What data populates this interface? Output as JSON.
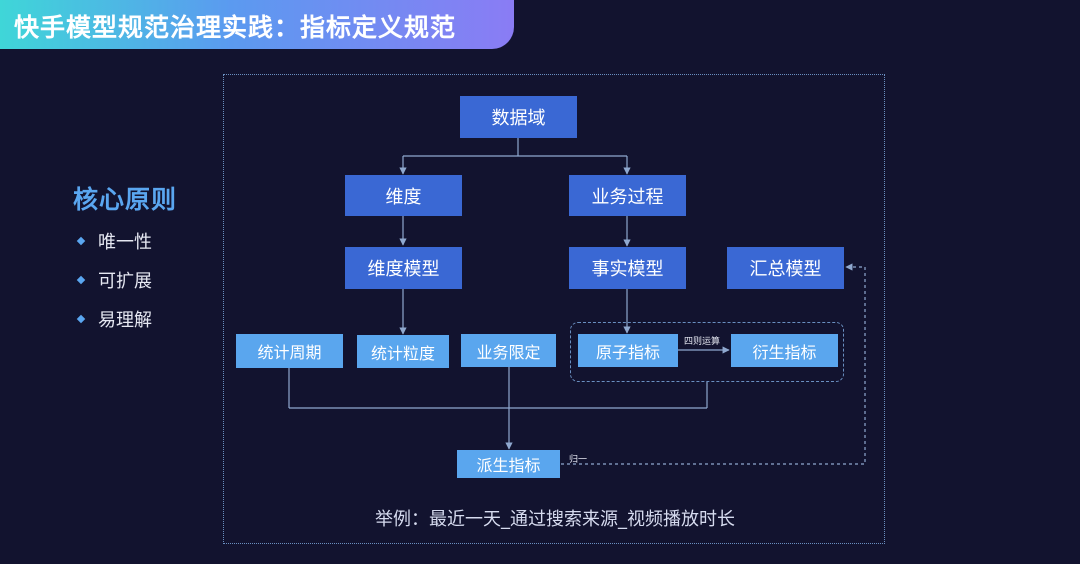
{
  "title": "快手模型规范治理实践：指标定义规范",
  "principles": {
    "heading": "核心原则",
    "items": [
      "唯一性",
      "可扩展",
      "易理解"
    ]
  },
  "nodes": {
    "data_domain": "数据域",
    "dimension": "维度",
    "business_process": "业务过程",
    "dimension_model": "维度模型",
    "fact_model": "事实模型",
    "summary_model": "汇总模型",
    "stat_period": "统计周期",
    "stat_granularity": "统计粒度",
    "business_limit": "业务限定",
    "atomic_metric": "原子指标",
    "derived_metric_top": "衍生指标",
    "derived_metric": "派生指标"
  },
  "edge_labels": {
    "arithmetic": "四则运算",
    "normalize": "归一"
  },
  "example": "举例：最近一天_通过搜索来源_视频播放时长",
  "colors": {
    "background": "#12132f",
    "node_dark": "#3a68d4",
    "node_light": "#5aa6ee",
    "accent": "#5aa6f0",
    "line": "#8fa8cf"
  }
}
